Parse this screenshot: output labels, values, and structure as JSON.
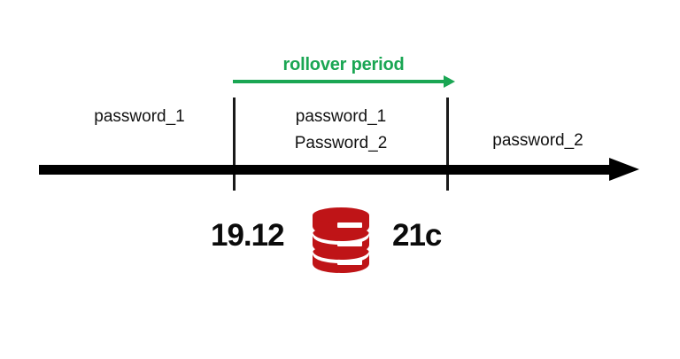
{
  "diagram": {
    "title": "Oracle password rollover period timeline",
    "colors": {
      "axis": "#000000",
      "tick": "#1a1a1a",
      "rollover_green": "#1aa653",
      "database_red": "#bf1417",
      "text": "#111111",
      "background": "#ffffff"
    },
    "rollover": {
      "label": "rollover period",
      "arrow_direction": "right"
    },
    "segments": [
      {
        "id": "before",
        "position": "left",
        "lines": [
          "password_1"
        ]
      },
      {
        "id": "during-rollover",
        "position": "middle",
        "lines": [
          "password_1",
          "Password_2"
        ]
      },
      {
        "id": "after",
        "position": "right",
        "lines": [
          "password_2"
        ]
      }
    ],
    "versions": {
      "old": "19.12",
      "new": "21c"
    },
    "icons": {
      "database": "database-icon",
      "timeline_arrow": "arrow-right-icon",
      "rollover_arrow": "arrow-right-icon"
    }
  }
}
